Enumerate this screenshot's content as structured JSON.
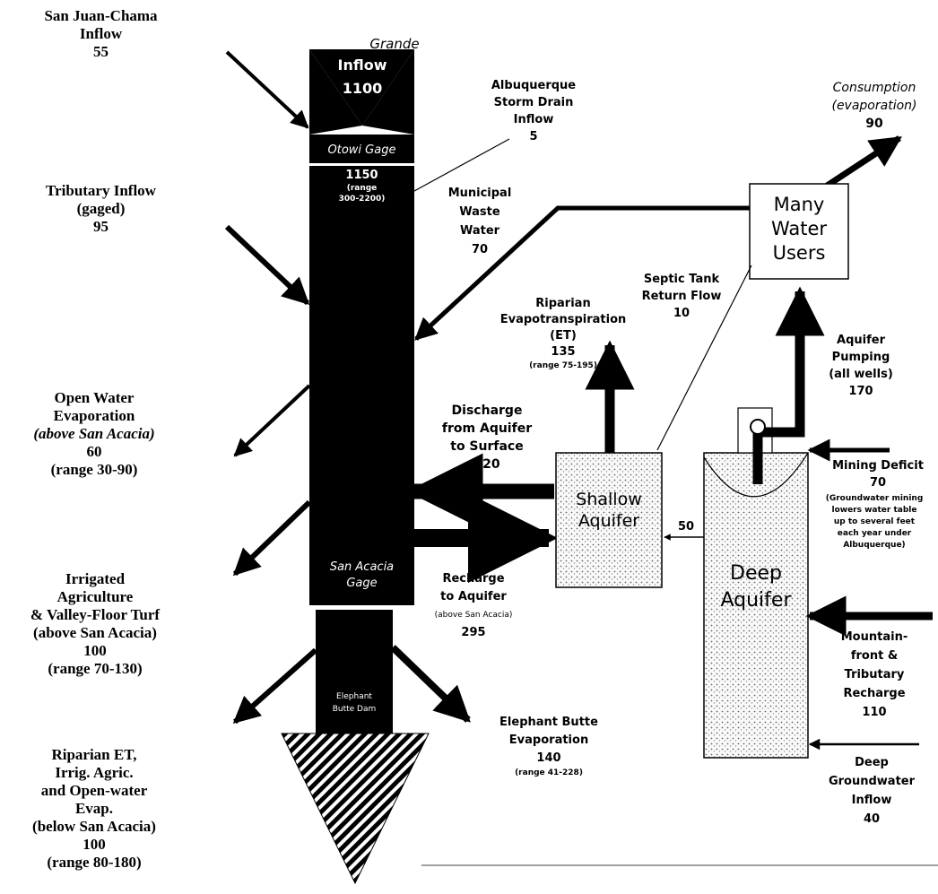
{
  "left_labels": {
    "san_juan": [
      "San Juan-Chama",
      "Inflow",
      "55"
    ],
    "tributary": [
      "Tributary Inflow",
      "(gaged)",
      "95"
    ],
    "open_water": [
      "Open Water",
      "Evaporation",
      "(above San Acacia)",
      "60",
      "(range 30-90)"
    ],
    "irrigated": [
      "Irrigated",
      "Agriculture",
      "& Valley-Floor Turf",
      "(above San Acacia)",
      "100",
      "(range 70-130)"
    ],
    "riparian_below": [
      "Riparian ET,",
      "Irrig. Agric.",
      "and Open-water",
      "Evap.",
      "(below San Acacia)",
      "100",
      "(range 80-180)"
    ]
  },
  "river": {
    "grande_inflow": [
      "Grande",
      "Inflow",
      "1100"
    ],
    "otowi_gage": "Otowi Gage",
    "main_flow": [
      "1150",
      "(range",
      "300-2200)"
    ],
    "san_acacia_gage": [
      "San Acacia",
      "Gage"
    ],
    "elephant_butte_dam": [
      "Elephant",
      "Butte Dam"
    ]
  },
  "flows": {
    "storm_drain": [
      "Albuquerque",
      "Storm Drain",
      "Inflow",
      "5"
    ],
    "municipal": [
      "Municipal",
      "Waste",
      "Water",
      "70"
    ],
    "consumption": [
      "Consumption",
      "(evaporation)",
      "90"
    ],
    "septic": [
      "Septic Tank",
      "Return Flow",
      "10"
    ],
    "riparian_et": [
      "Riparian",
      "Evapotranspiration",
      "(ET)",
      "135",
      "(range 75-195)"
    ],
    "discharge": [
      "Discharge",
      "from Aquifer",
      "to Surface",
      "220"
    ],
    "recharge": [
      "Recharge",
      "to Aquifer",
      "(above San Acacia)",
      "295"
    ],
    "aquifer_pumping": [
      "Aquifer",
      "Pumping",
      "(all wells)",
      "170"
    ],
    "aquifer_exchange": "50",
    "mining_deficit": [
      "Mining Deficit",
      "70"
    ],
    "mining_note": [
      "(Groundwater mining",
      "lowers water table",
      "up to several feet",
      "each year under",
      "Albuquerque)"
    ],
    "mountain_front": [
      "Mountain-",
      "front &",
      "Tributary",
      "Recharge",
      "110"
    ],
    "deep_inflow": [
      "Deep",
      "Groundwater",
      "Inflow",
      "40"
    ],
    "elephant_evap": [
      "Elephant Butte",
      "Evaporation",
      "140",
      "(range 41-228)"
    ]
  },
  "boxes": {
    "many_users": [
      "Many",
      "Water",
      "Users"
    ],
    "shallow": [
      "Shallow",
      "Aquifer"
    ],
    "deep": [
      "Deep",
      "Aquifer"
    ]
  }
}
